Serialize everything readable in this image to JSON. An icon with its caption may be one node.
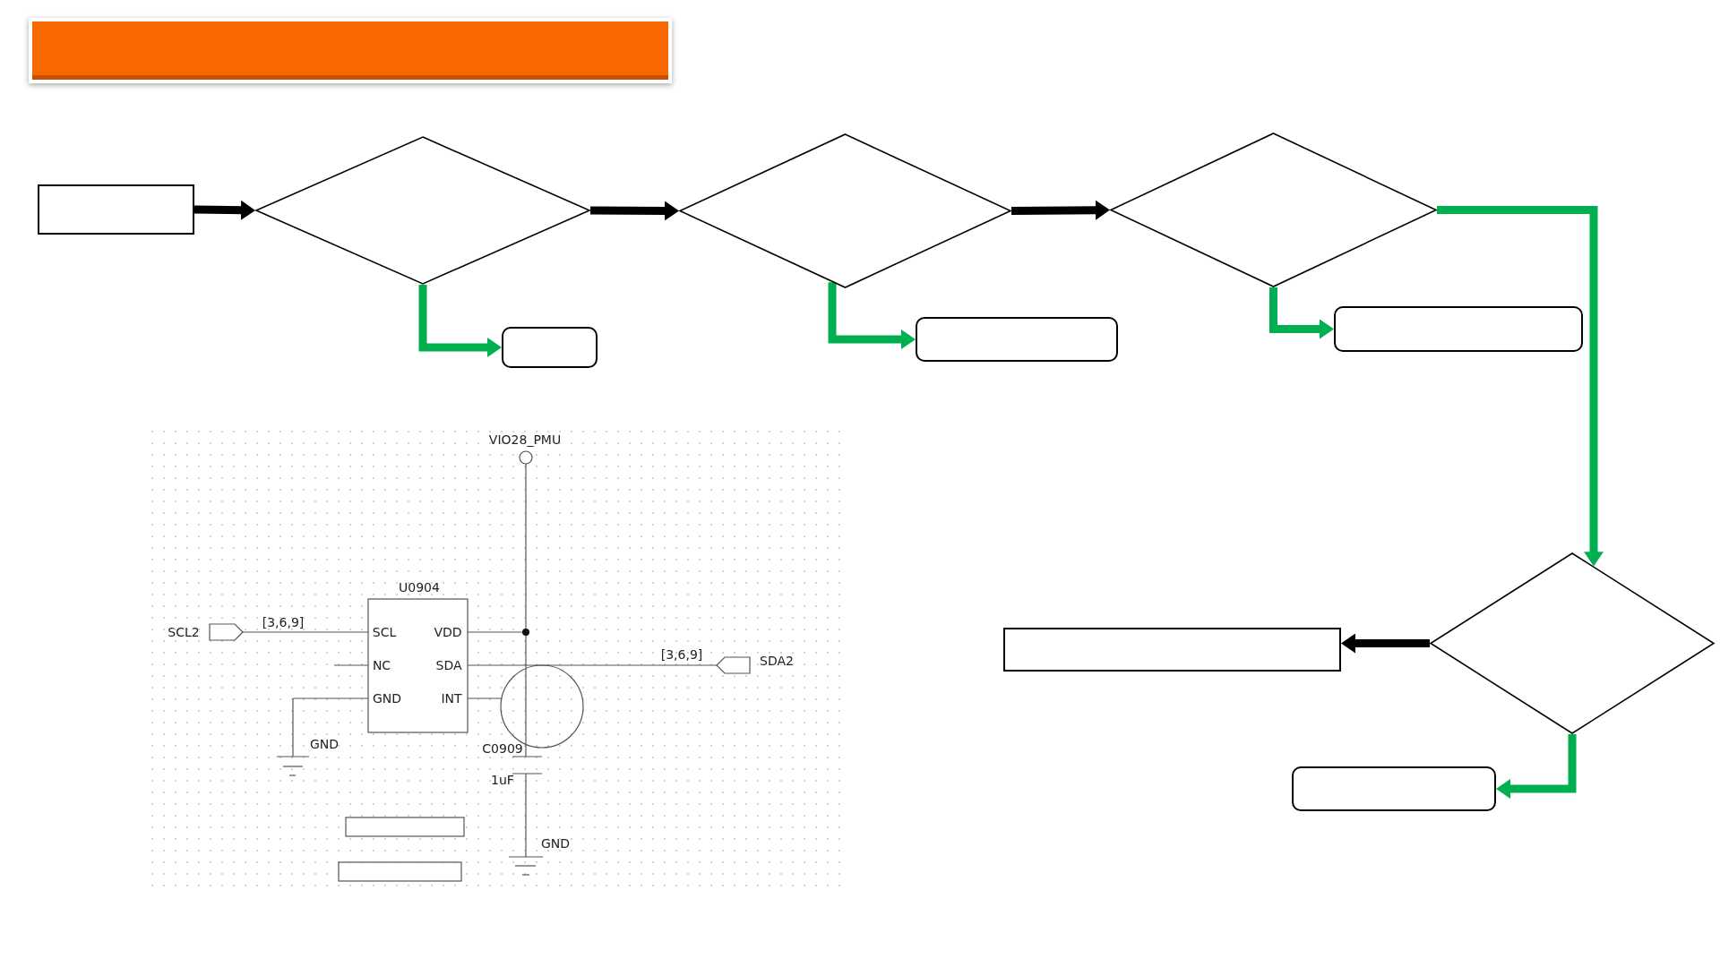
{
  "diagram": {
    "nodes": [
      {
        "text": [],
        "shape": "box"
      },
      {
        "text": [],
        "shape": "diamond"
      },
      {
        "text": [],
        "shape": "box"
      },
      {
        "text": [],
        "shape": "diamond"
      },
      {
        "text": [],
        "shape": "box"
      },
      {
        "text": [],
        "shape": "diamond"
      },
      {
        "text": [],
        "shape": "box"
      },
      {
        "text": [],
        "shape": "diamond"
      },
      {
        "text": [],
        "shape": "box"
      },
      {
        "text": [],
        "shape": "box"
      }
    ],
    "edges": [
      {
        "from": 0,
        "to": 1,
        "arrow": "to",
        "color": "#000000"
      },
      {
        "from": 1,
        "to": 3,
        "arrow": "to",
        "color": "#000000"
      },
      {
        "from": 3,
        "to": 5,
        "arrow": "to",
        "color": "#000000"
      },
      {
        "from": 1,
        "to": 2,
        "arrow": "to"
      },
      {
        "from": 3,
        "to": 4,
        "arrow": "to"
      },
      {
        "from": 5,
        "to": 6,
        "arrow": "to"
      },
      {
        "from": 5,
        "to": 7,
        "arrow": "to"
      },
      {
        "from": 7,
        "to": 8,
        "arrow": "to",
        "color": "#000000"
      },
      {
        "from": 7,
        "to": 9,
        "arrow": "to"
      }
    ],
    "labels": [
      "VIO28_PMU",
      "U0904",
      "SCL2",
      "[3,6,9]",
      "SCL",
      "VDD",
      "[3,6,9]",
      "SDA2",
      "NC",
      "SDA",
      "GND",
      "INT",
      "GND",
      "C0909",
      "1uF",
      "GND"
    ]
  }
}
